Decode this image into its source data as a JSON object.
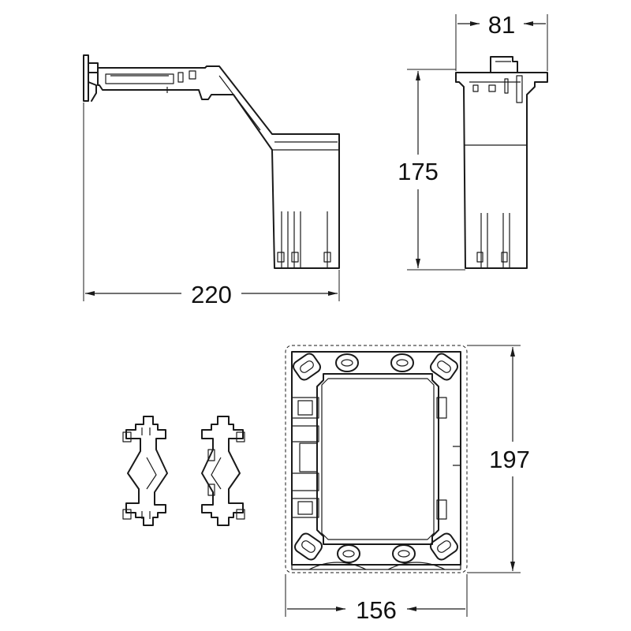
{
  "dimensions": {
    "side_view_width": "220",
    "front_view_width": "81",
    "front_view_height": "175",
    "frame_height": "197",
    "frame_width": "156"
  }
}
